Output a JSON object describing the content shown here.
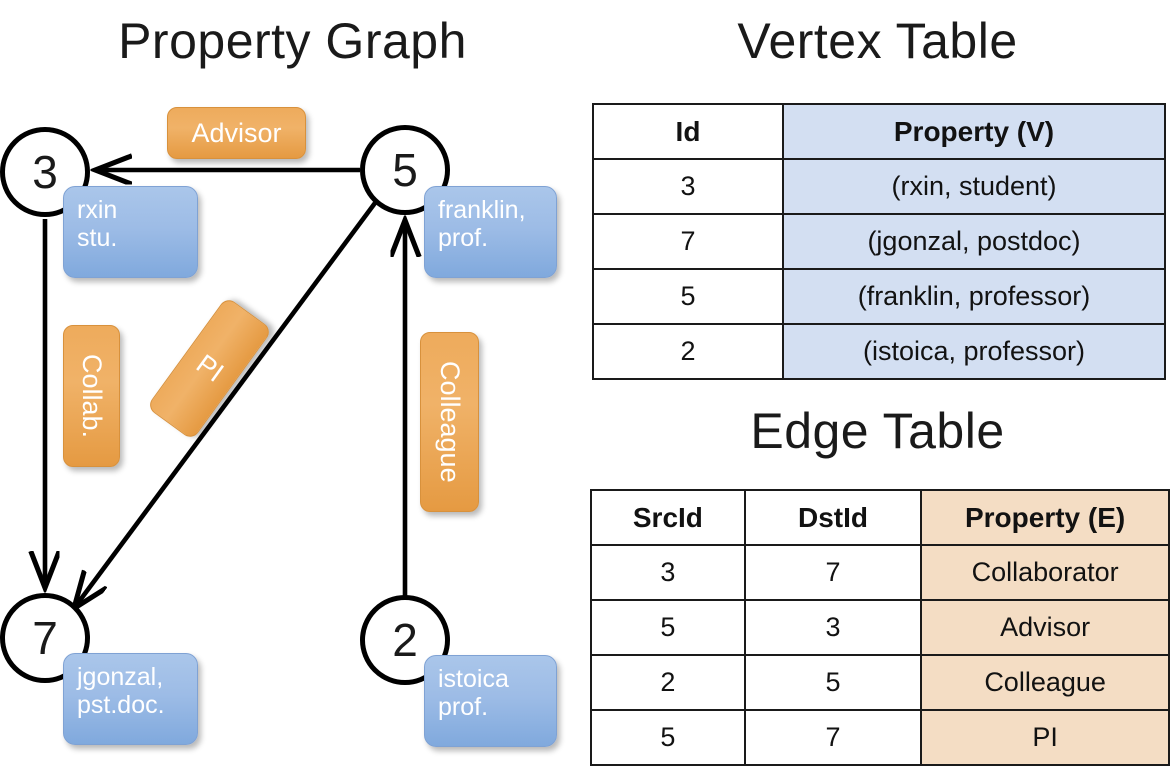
{
  "titles": {
    "property_graph": "Property Graph",
    "vertex_table": "Vertex Table",
    "edge_table": "Edge Table"
  },
  "graph": {
    "nodes": [
      {
        "id": "3",
        "property": "rxin\nstu."
      },
      {
        "id": "5",
        "property": "franklin,\nprof."
      },
      {
        "id": "7",
        "property": "jgonzal,\npst.doc."
      },
      {
        "id": "2",
        "property": "istoica\nprof."
      }
    ],
    "node_labels": {
      "n3": "3",
      "n5": "5",
      "n7": "7",
      "n2": "2"
    },
    "property_boxes": {
      "rxin_line1": "rxin",
      "rxin_line2": "stu.",
      "franklin_line1": "franklin,",
      "franklin_line2": "prof.",
      "jgonzal_line1": "jgonzal,",
      "jgonzal_line2": "pst.doc.",
      "istoica_line1": "istoica",
      "istoica_line2": "prof."
    },
    "edge_labels": {
      "advisor": "Advisor",
      "collab": "Collab.",
      "pi": "PI",
      "colleague": "Colleague"
    },
    "colors": {
      "node_stroke": "#000000",
      "vertex_box": "#9dbce6",
      "edge_badge": "#eeab5c",
      "edge_line": "#000000"
    }
  },
  "vertex_table": {
    "headers": [
      "Id",
      "Property (V)"
    ],
    "rows": [
      {
        "id": "3",
        "property": "(rxin, student)"
      },
      {
        "id": "7",
        "property": "(jgonzal, postdoc)"
      },
      {
        "id": "5",
        "property": "(franklin, professor)"
      },
      {
        "id": "2",
        "property": "(istoica, professor)"
      }
    ],
    "property_fill": "#d3dff2"
  },
  "edge_table": {
    "headers": [
      "SrcId",
      "DstId",
      "Property (E)"
    ],
    "rows": [
      {
        "src": "3",
        "dst": "7",
        "property": "Collaborator"
      },
      {
        "src": "5",
        "dst": "3",
        "property": "Advisor"
      },
      {
        "src": "2",
        "dst": "5",
        "property": "Colleague"
      },
      {
        "src": "5",
        "dst": "7",
        "property": "PI"
      }
    ],
    "property_fill": "#f4ddc4"
  }
}
